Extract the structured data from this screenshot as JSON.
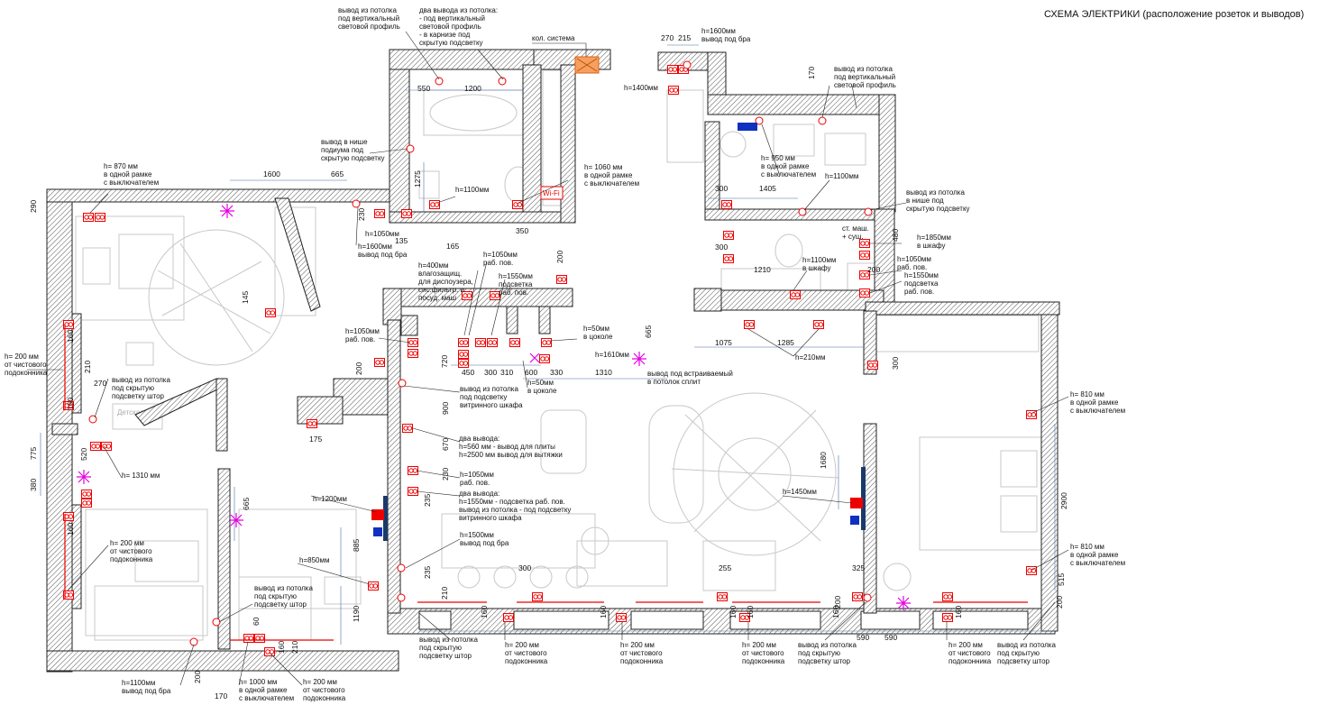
{
  "title": "СХЕМА ЭЛЕКТРИКИ (расположение розеток и выводов)",
  "collection": {
    "label": "кол. система"
  },
  "wifi": {
    "label": "Wi-Fi"
  },
  "room_labels": {
    "kids": "Детская кухня"
  },
  "labels": [
    {
      "id": "l01",
      "lines": [
        "вывод из потолка",
        "под вертикальный",
        "световой профиль"
      ]
    },
    {
      "id": "l02",
      "lines": [
        "два вывода из потолка:",
        "- под вертикальный",
        "световой профиль",
        "- в карнизе под",
        "скрытую подсветку"
      ]
    },
    {
      "id": "l03",
      "lines": [
        "h=1600мм",
        "вывод под бра"
      ]
    },
    {
      "id": "l04",
      "lines": [
        "h=1400мм"
      ]
    },
    {
      "id": "l05",
      "lines": [
        "вывод из потолка",
        "под вертикальный",
        "световой профиль"
      ]
    },
    {
      "id": "l06",
      "lines": [
        "h= 870 мм",
        "в одной рамке",
        "с выключателем"
      ]
    },
    {
      "id": "l07",
      "lines": [
        "вывод в нише",
        "подиума под",
        "скрытую подсветку"
      ]
    },
    {
      "id": "l08",
      "lines": [
        "h= 1060 мм",
        "в одной рамке",
        "с выключателем"
      ]
    },
    {
      "id": "l09",
      "lines": [
        "h= 950 мм",
        "в одной рамке",
        "с выключателем"
      ]
    },
    {
      "id": "l10",
      "lines": [
        "h=1100мм"
      ]
    },
    {
      "id": "l11",
      "lines": [
        "h=1100мм"
      ]
    },
    {
      "id": "l12",
      "lines": [
        "h=1050мм"
      ]
    },
    {
      "id": "l13",
      "lines": [
        "h=1600мм",
        "вывод под бра"
      ]
    },
    {
      "id": "l14",
      "lines": [
        "вывод из потолка",
        "в нише под",
        "скрытую подсветку"
      ]
    },
    {
      "id": "l15",
      "lines": [
        "ст. маш.",
        "+ суш."
      ]
    },
    {
      "id": "l16",
      "lines": [
        "h=1850мм",
        "в шкафу"
      ]
    },
    {
      "id": "l17",
      "lines": [
        "h=1100мм",
        "в шкафу"
      ]
    },
    {
      "id": "l18",
      "lines": [
        "h=1050мм",
        "раб. пов."
      ]
    },
    {
      "id": "l19",
      "lines": [
        "h=1550мм",
        "подсветка",
        "раб. пов."
      ]
    },
    {
      "id": "l20",
      "lines": [
        "h=400мм",
        "влагозащищ.",
        "для диспоузера,",
        "сис.фильтр. и",
        "посуд. маш"
      ]
    },
    {
      "id": "l21",
      "lines": [
        "h=1050мм",
        "раб. пов."
      ]
    },
    {
      "id": "l22",
      "lines": [
        "h=1550мм",
        "подсветка",
        "раб. пов."
      ]
    },
    {
      "id": "l23",
      "lines": [
        "h=1050мм",
        "раб. пов."
      ]
    },
    {
      "id": "l24",
      "lines": [
        "h=50мм",
        "в цоколе"
      ]
    },
    {
      "id": "l25",
      "lines": [
        "h=1610мм"
      ]
    },
    {
      "id": "l26",
      "lines": [
        "вывод под встраиваемый",
        "в потолок сплит"
      ]
    },
    {
      "id": "l27",
      "lines": [
        "h=50мм",
        "в цоколе"
      ]
    },
    {
      "id": "l28",
      "lines": [
        "h=210мм"
      ]
    },
    {
      "id": "l29",
      "lines": [
        "вывод из потолка",
        "под подсветку",
        "витринного шкафа"
      ]
    },
    {
      "id": "l30",
      "lines": [
        "два вывода:",
        "h=560 мм - вывод для плиты",
        "h=2500 мм вывод для вытяжки"
      ]
    },
    {
      "id": "l31",
      "lines": [
        "h=1050мм",
        "раб. пов."
      ]
    },
    {
      "id": "l32",
      "lines": [
        "два вывода:",
        "h=1550мм - подсветка раб. пов.",
        "вывод из потолка - под подсветку",
        "витринного шкафа"
      ]
    },
    {
      "id": "l33",
      "lines": [
        "h=1500мм",
        "вывод под бра"
      ]
    },
    {
      "id": "l34",
      "lines": [
        "h=1200мм"
      ]
    },
    {
      "id": "l35",
      "lines": [
        "h=850мм"
      ]
    },
    {
      "id": "l36",
      "lines": [
        "h=1450мм"
      ]
    },
    {
      "id": "l37",
      "lines": [
        "h= 200 мм",
        "от чистового",
        "подоконника"
      ]
    },
    {
      "id": "l38",
      "lines": [
        "вывод из потолка",
        "под скрытую",
        "подсветку штор"
      ]
    },
    {
      "id": "l39",
      "lines": [
        "h= 1310 мм"
      ]
    },
    {
      "id": "l40",
      "lines": [
        "h= 200 мм",
        "от чистового",
        "подоконника"
      ]
    },
    {
      "id": "l41",
      "lines": [
        "h= 810 мм",
        "в одной рамке",
        "с выключателем"
      ]
    },
    {
      "id": "l42",
      "lines": [
        "h= 810 мм",
        "в одной рамке",
        "с выключателем"
      ]
    },
    {
      "id": "l43",
      "lines": [
        "вывод из потолка",
        "под скрытую",
        "подсветку штор"
      ]
    },
    {
      "id": "l44",
      "lines": [
        "h=1100мм",
        "вывод под бра"
      ]
    },
    {
      "id": "l45",
      "lines": [
        "h= 1000 мм",
        "в одной рамке",
        "с выключателем"
      ]
    },
    {
      "id": "l46",
      "lines": [
        "h= 200 мм",
        "от чистового",
        "подоконника"
      ]
    },
    {
      "id": "l47",
      "lines": [
        "вывод из потолка",
        "под скрытую",
        "подсветку штор"
      ]
    },
    {
      "id": "l48",
      "lines": [
        "h= 200 мм",
        "от чистового",
        "подоконника"
      ]
    },
    {
      "id": "l49",
      "lines": [
        "h= 200 мм",
        "от чистового",
        "подоконника"
      ]
    },
    {
      "id": "l50",
      "lines": [
        "h= 200 мм",
        "от чистового",
        "подоконника"
      ]
    },
    {
      "id": "l51",
      "lines": [
        "вывод из потолка",
        "под скрытую",
        "подсветку штор"
      ]
    },
    {
      "id": "l52",
      "lines": [
        "h= 200 мм",
        "от чистового",
        "подоконника"
      ]
    },
    {
      "id": "l53",
      "lines": [
        "вывод из потолка",
        "под скрытую",
        "подсветку штор"
      ]
    },
    {
      "id": "l54",
      "lines": [
        "h= 200 мм",
        "от чистового",
        "подоконника"
      ]
    }
  ],
  "dims": [
    {
      "id": "d01",
      "text": "550"
    },
    {
      "id": "d02",
      "text": "1200"
    },
    {
      "id": "d03",
      "text": "270"
    },
    {
      "id": "d04",
      "text": "215"
    },
    {
      "id": "d05",
      "text": "170"
    },
    {
      "id": "d06",
      "text": "1600"
    },
    {
      "id": "d07",
      "text": "665"
    },
    {
      "id": "d08",
      "text": "290"
    },
    {
      "id": "d09",
      "text": "1275"
    },
    {
      "id": "d10",
      "text": "230"
    },
    {
      "id": "d11",
      "text": "135"
    },
    {
      "id": "d12",
      "text": "165"
    },
    {
      "id": "d13",
      "text": "350"
    },
    {
      "id": "d14",
      "text": "300"
    },
    {
      "id": "d15",
      "text": "1405"
    },
    {
      "id": "d16",
      "text": "300"
    },
    {
      "id": "d17",
      "text": "480"
    },
    {
      "id": "d18",
      "text": "1210"
    },
    {
      "id": "d19",
      "text": "200"
    },
    {
      "id": "d20",
      "text": "200"
    },
    {
      "id": "d21",
      "text": "1075"
    },
    {
      "id": "d22",
      "text": "1285"
    },
    {
      "id": "d23",
      "text": "300"
    },
    {
      "id": "d24",
      "text": "665"
    },
    {
      "id": "d25",
      "text": "145"
    },
    {
      "id": "d26",
      "text": "450"
    },
    {
      "id": "d27",
      "text": "300"
    },
    {
      "id": "d28",
      "text": "310"
    },
    {
      "id": "d29",
      "text": "600"
    },
    {
      "id": "d30",
      "text": "330"
    },
    {
      "id": "d31",
      "text": "1310"
    },
    {
      "id": "d32",
      "text": "720"
    },
    {
      "id": "d33",
      "text": "200"
    },
    {
      "id": "d34",
      "text": "160"
    },
    {
      "id": "d35",
      "text": "210"
    },
    {
      "id": "d36",
      "text": "270"
    },
    {
      "id": "d37",
      "text": "160"
    },
    {
      "id": "d38",
      "text": "175"
    },
    {
      "id": "d39",
      "text": "900"
    },
    {
      "id": "d40",
      "text": "670"
    },
    {
      "id": "d41",
      "text": "230"
    },
    {
      "id": "d42",
      "text": "775"
    },
    {
      "id": "d43",
      "text": "520"
    },
    {
      "id": "d44",
      "text": "380"
    },
    {
      "id": "d45",
      "text": "160"
    },
    {
      "id": "d46",
      "text": "665"
    },
    {
      "id": "d47",
      "text": "1680"
    },
    {
      "id": "d48",
      "text": "2900"
    },
    {
      "id": "d49",
      "text": "885"
    },
    {
      "id": "d50",
      "text": "235"
    },
    {
      "id": "d51",
      "text": "235"
    },
    {
      "id": "d52",
      "text": "300"
    },
    {
      "id": "d53",
      "text": "255"
    },
    {
      "id": "d54",
      "text": "325"
    },
    {
      "id": "d55",
      "text": "515"
    },
    {
      "id": "d56",
      "text": "1190"
    },
    {
      "id": "d57",
      "text": "60"
    },
    {
      "id": "d58",
      "text": "160"
    },
    {
      "id": "d59",
      "text": "210"
    },
    {
      "id": "d60",
      "text": "200"
    },
    {
      "id": "d61",
      "text": "170"
    },
    {
      "id": "d62",
      "text": "160"
    },
    {
      "id": "d63",
      "text": "160"
    },
    {
      "id": "d64",
      "text": "160"
    },
    {
      "id": "d65",
      "text": "160"
    },
    {
      "id": "d66",
      "text": "160"
    },
    {
      "id": "d67",
      "text": "210"
    },
    {
      "id": "d68",
      "text": "590"
    },
    {
      "id": "d69",
      "text": "160"
    },
    {
      "id": "d70",
      "text": "200"
    },
    {
      "id": "d71",
      "text": "200"
    },
    {
      "id": "d72",
      "text": "590"
    }
  ],
  "colors": {
    "socket": "#e00000",
    "ceiling_light": "#e400e4",
    "wall_hatch": "#555555",
    "dimension": "#4a6fa5",
    "collection_box": "#f07020",
    "split": "#1030c0"
  }
}
